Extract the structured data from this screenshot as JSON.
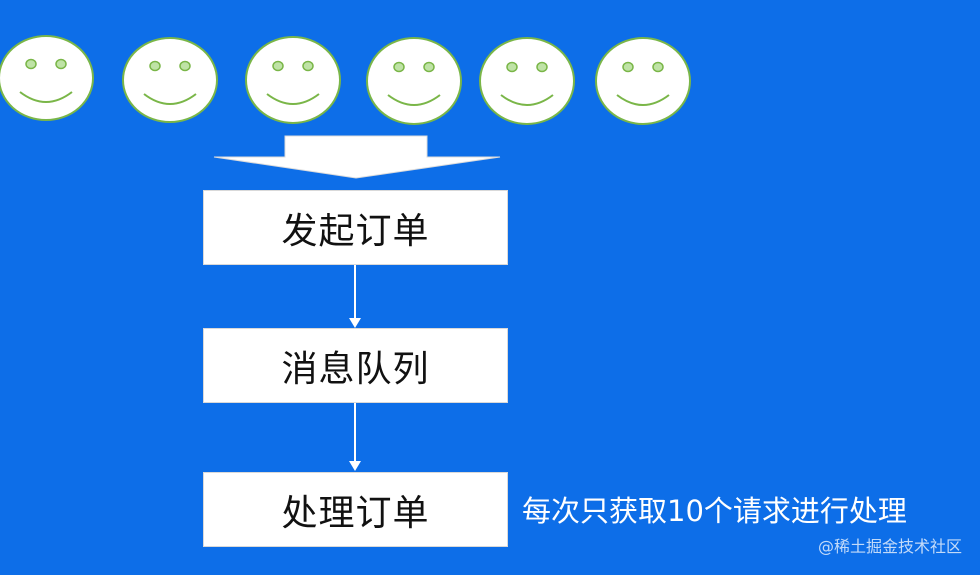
{
  "colors": {
    "background": "#0d6ee8",
    "box_fill": "#ffffff",
    "face_fill": "#ffffff",
    "face_stroke": "#7ab648",
    "eye_fill": "#bfe3a6",
    "connector": "#ffffff"
  },
  "customers": [
    {
      "icon": "smiley-face-icon"
    },
    {
      "icon": "smiley-face-icon"
    },
    {
      "icon": "smiley-face-icon"
    },
    {
      "icon": "smiley-face-icon"
    },
    {
      "icon": "smiley-face-icon"
    },
    {
      "icon": "smiley-face-icon"
    }
  ],
  "flow": {
    "steps": [
      {
        "label": "发起订单"
      },
      {
        "label": "消息队列"
      },
      {
        "label": "处理订单"
      }
    ],
    "note": "每次只获取10个请求进行处理"
  },
  "watermark": "@稀土掘金技术社区"
}
